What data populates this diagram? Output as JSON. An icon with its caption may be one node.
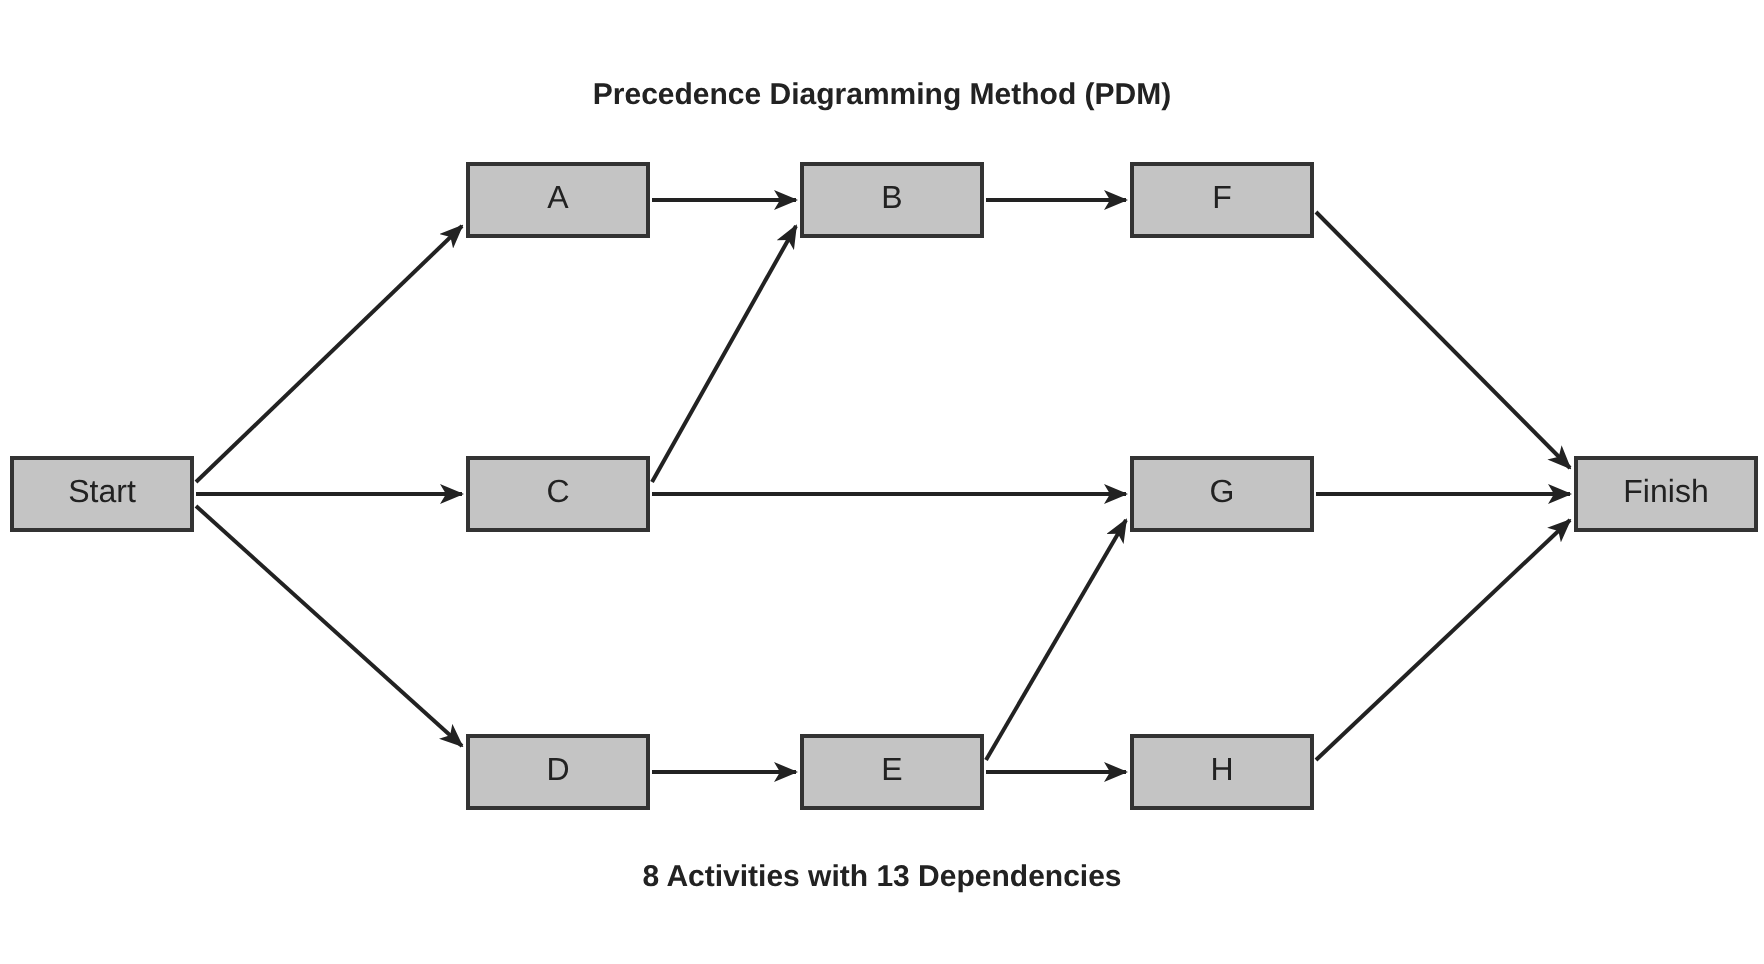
{
  "diagram": {
    "title": "Precedence Diagramming Method (PDM)",
    "caption": "8 Activities with 13 Dependencies",
    "nodes": [
      {
        "text": [
          "A"
        ]
      },
      {
        "text": [
          "B"
        ]
      },
      {
        "text": [
          "F"
        ]
      },
      {
        "text": [
          "Start"
        ]
      },
      {
        "text": [
          "C"
        ]
      },
      {
        "text": [
          "G"
        ]
      },
      {
        "text": [
          "Finish"
        ]
      },
      {
        "text": [
          "D"
        ]
      },
      {
        "text": [
          "E"
        ]
      },
      {
        "text": [
          "H"
        ]
      }
    ],
    "edges": [
      {
        "from": 3,
        "to": 0,
        "arrow": "to"
      },
      {
        "from": 3,
        "to": 4,
        "arrow": "to"
      },
      {
        "from": 3,
        "to": 7,
        "arrow": "to"
      },
      {
        "from": 0,
        "to": 1,
        "arrow": "to"
      },
      {
        "from": 4,
        "to": 1,
        "arrow": "to"
      },
      {
        "from": 4,
        "to": 5,
        "arrow": "to"
      },
      {
        "from": 1,
        "to": 2,
        "arrow": "to"
      },
      {
        "from": 7,
        "to": 8,
        "arrow": "to"
      },
      {
        "from": 8,
        "to": 5,
        "arrow": "to"
      },
      {
        "from": 8,
        "to": 9,
        "arrow": "to"
      },
      {
        "from": 2,
        "to": 6,
        "arrow": "to"
      },
      {
        "from": 5,
        "to": 6,
        "arrow": "to"
      },
      {
        "from": 9,
        "to": 6,
        "arrow": "to"
      }
    ]
  }
}
